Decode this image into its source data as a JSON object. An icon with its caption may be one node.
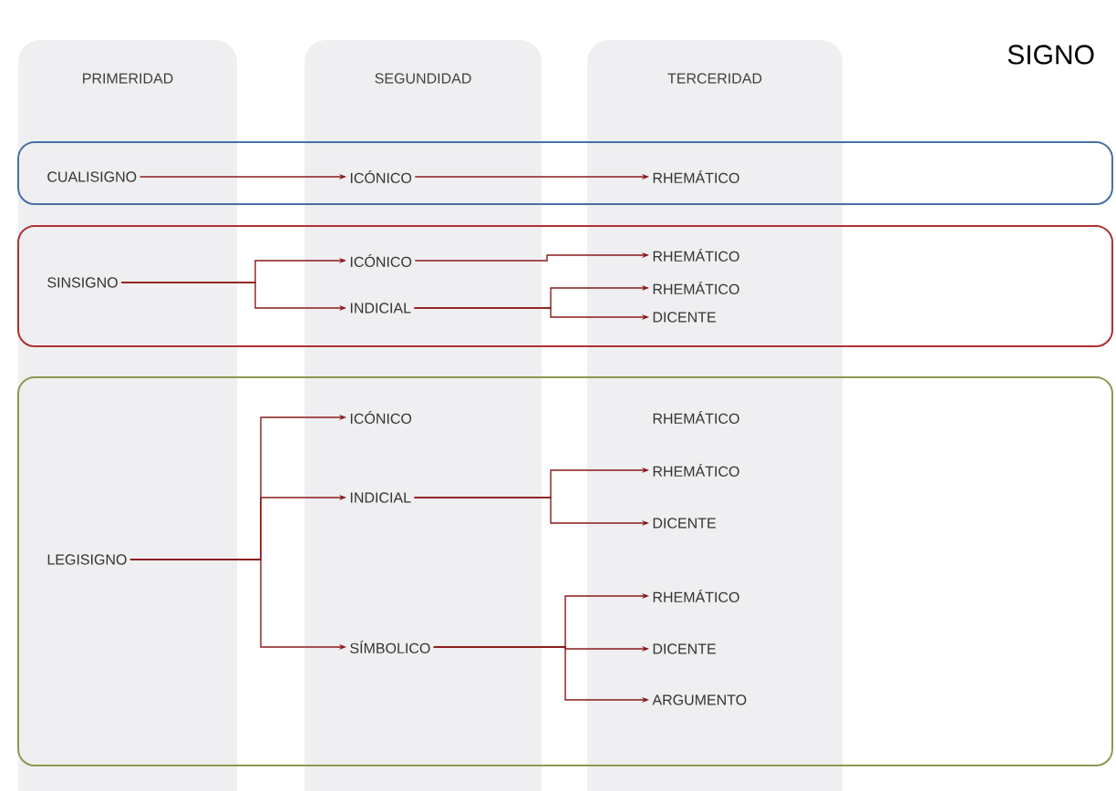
{
  "diagram": {
    "title": "SIGNO",
    "nodes": [
      {
        "text": [],
        "shape": "box"
      },
      {
        "text": [
          "CUALISIGNO"
        ],
        "in": 0
      },
      {
        "text": [
          "ICÓNICO"
        ],
        "in": 0
      },
      {
        "text": [
          "RHEMÁTICO"
        ],
        "in": 0
      },
      {
        "text": [],
        "shape": "box"
      },
      {
        "text": [
          "SINSIGNO"
        ],
        "in": 4
      },
      {
        "text": [
          "ICÓNICO"
        ],
        "in": 4
      },
      {
        "text": [
          "INDICIAL"
        ],
        "in": 4
      },
      {
        "text": [
          "RHEMÁTICO"
        ],
        "in": 4
      },
      {
        "text": [
          "RHEMÁTICO"
        ],
        "in": 4
      },
      {
        "text": [
          "DICENTE"
        ],
        "in": 4
      },
      {
        "text": [],
        "shape": "box"
      },
      {
        "text": [
          "LEGISIGNO"
        ],
        "in": 11
      },
      {
        "text": [
          "ICÓNICO"
        ],
        "in": 11
      },
      {
        "text": [
          "INDICIAL"
        ],
        "in": 11
      },
      {
        "text": [
          "SÍMBOLICO"
        ],
        "in": 11
      },
      {
        "text": [
          "RHEMÁTICO"
        ],
        "in": 11
      },
      {
        "text": [
          "RHEMÁTICO"
        ],
        "in": 11
      },
      {
        "text": [
          "DICENTE"
        ],
        "in": 11
      },
      {
        "text": [
          "RHEMÁTICO"
        ],
        "in": 11
      },
      {
        "text": [
          "DICENTE"
        ],
        "in": 11
      },
      {
        "text": [
          "ARGUMENTO"
        ],
        "in": 11
      }
    ],
    "edges": [
      {
        "from": 1,
        "to": 2,
        "arrow": "to"
      },
      {
        "from": 2,
        "to": 3,
        "arrow": "to"
      },
      {
        "from": 5,
        "to": 6,
        "arrow": "to"
      },
      {
        "from": 5,
        "to": 7,
        "arrow": "to"
      },
      {
        "from": 6,
        "to": 8,
        "arrow": "to"
      },
      {
        "from": 7,
        "to": 9,
        "arrow": "to"
      },
      {
        "from": 7,
        "to": 10,
        "arrow": "to"
      },
      {
        "from": 12,
        "to": 13,
        "arrow": "to"
      },
      {
        "from": 12,
        "to": 14,
        "arrow": "to"
      },
      {
        "from": 12,
        "to": 15,
        "arrow": "to"
      },
      {
        "from": 14,
        "to": 17,
        "arrow": "to"
      },
      {
        "from": 14,
        "to": 18,
        "arrow": "to"
      },
      {
        "from": 15,
        "to": 19,
        "arrow": "to"
      },
      {
        "from": 15,
        "to": 20,
        "arrow": "to"
      },
      {
        "from": 15,
        "to": 21,
        "arrow": "to"
      }
    ],
    "labels": [
      "PRIMERIDAD",
      "SEGUNDIDAD",
      "TERCERIDAD"
    ]
  }
}
